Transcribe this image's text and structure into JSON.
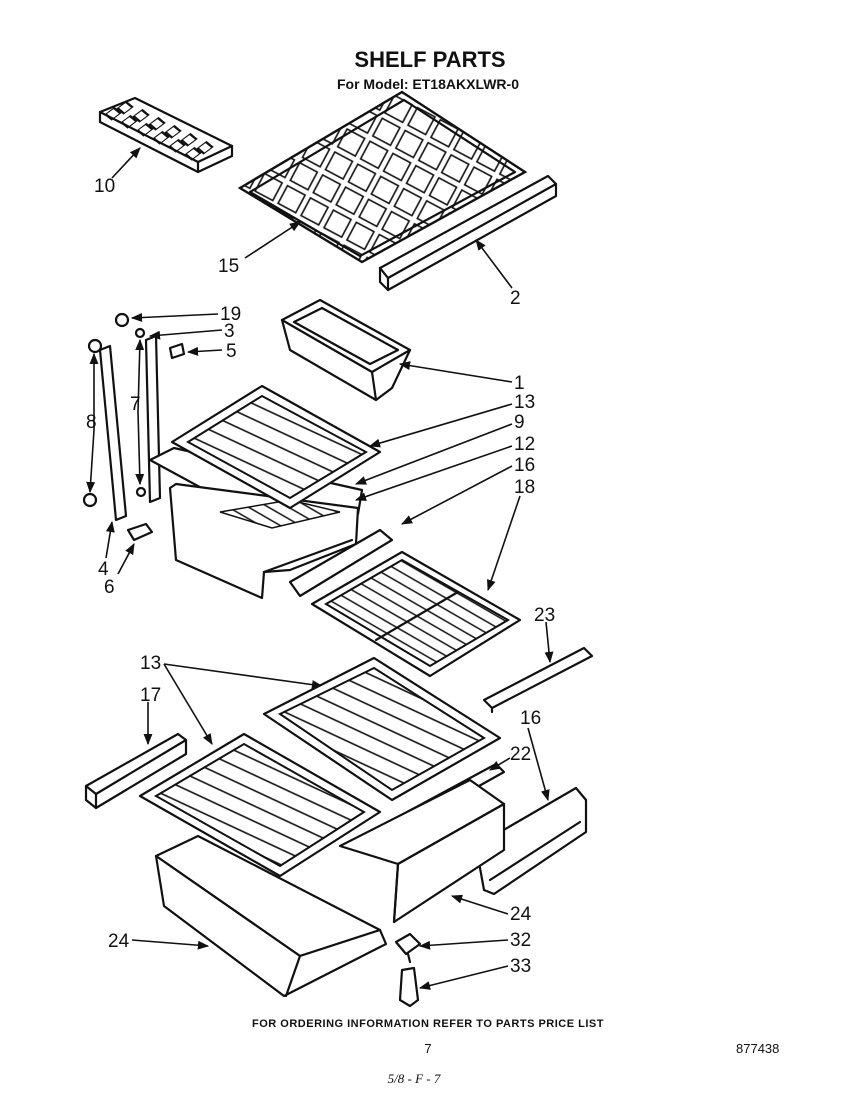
{
  "header": {
    "title": "SHELF PARTS",
    "model_line": "For Model: ET18AKXLWR-0"
  },
  "labels": {
    "p1": "1",
    "p2": "2",
    "p3": "3",
    "p4": "4",
    "p5": "5",
    "p6": "6",
    "p7": "7",
    "p8": "8",
    "p9": "9",
    "p10": "10",
    "p12": "12",
    "p13a": "13",
    "p13b": "13",
    "p15": "15",
    "p16a": "16",
    "p16b": "16",
    "p17": "17",
    "p18": "18",
    "p19": "19",
    "p22": "22",
    "p23": "23",
    "p24a": "24",
    "p24b": "24",
    "p32": "32",
    "p33": "33"
  },
  "footer": {
    "ordering_note": "FOR ORDERING INFORMATION REFER TO PARTS PRICE LIST",
    "page_number": "7",
    "diagram_number": "877438",
    "handwritten": "5/8 - F - 7"
  }
}
